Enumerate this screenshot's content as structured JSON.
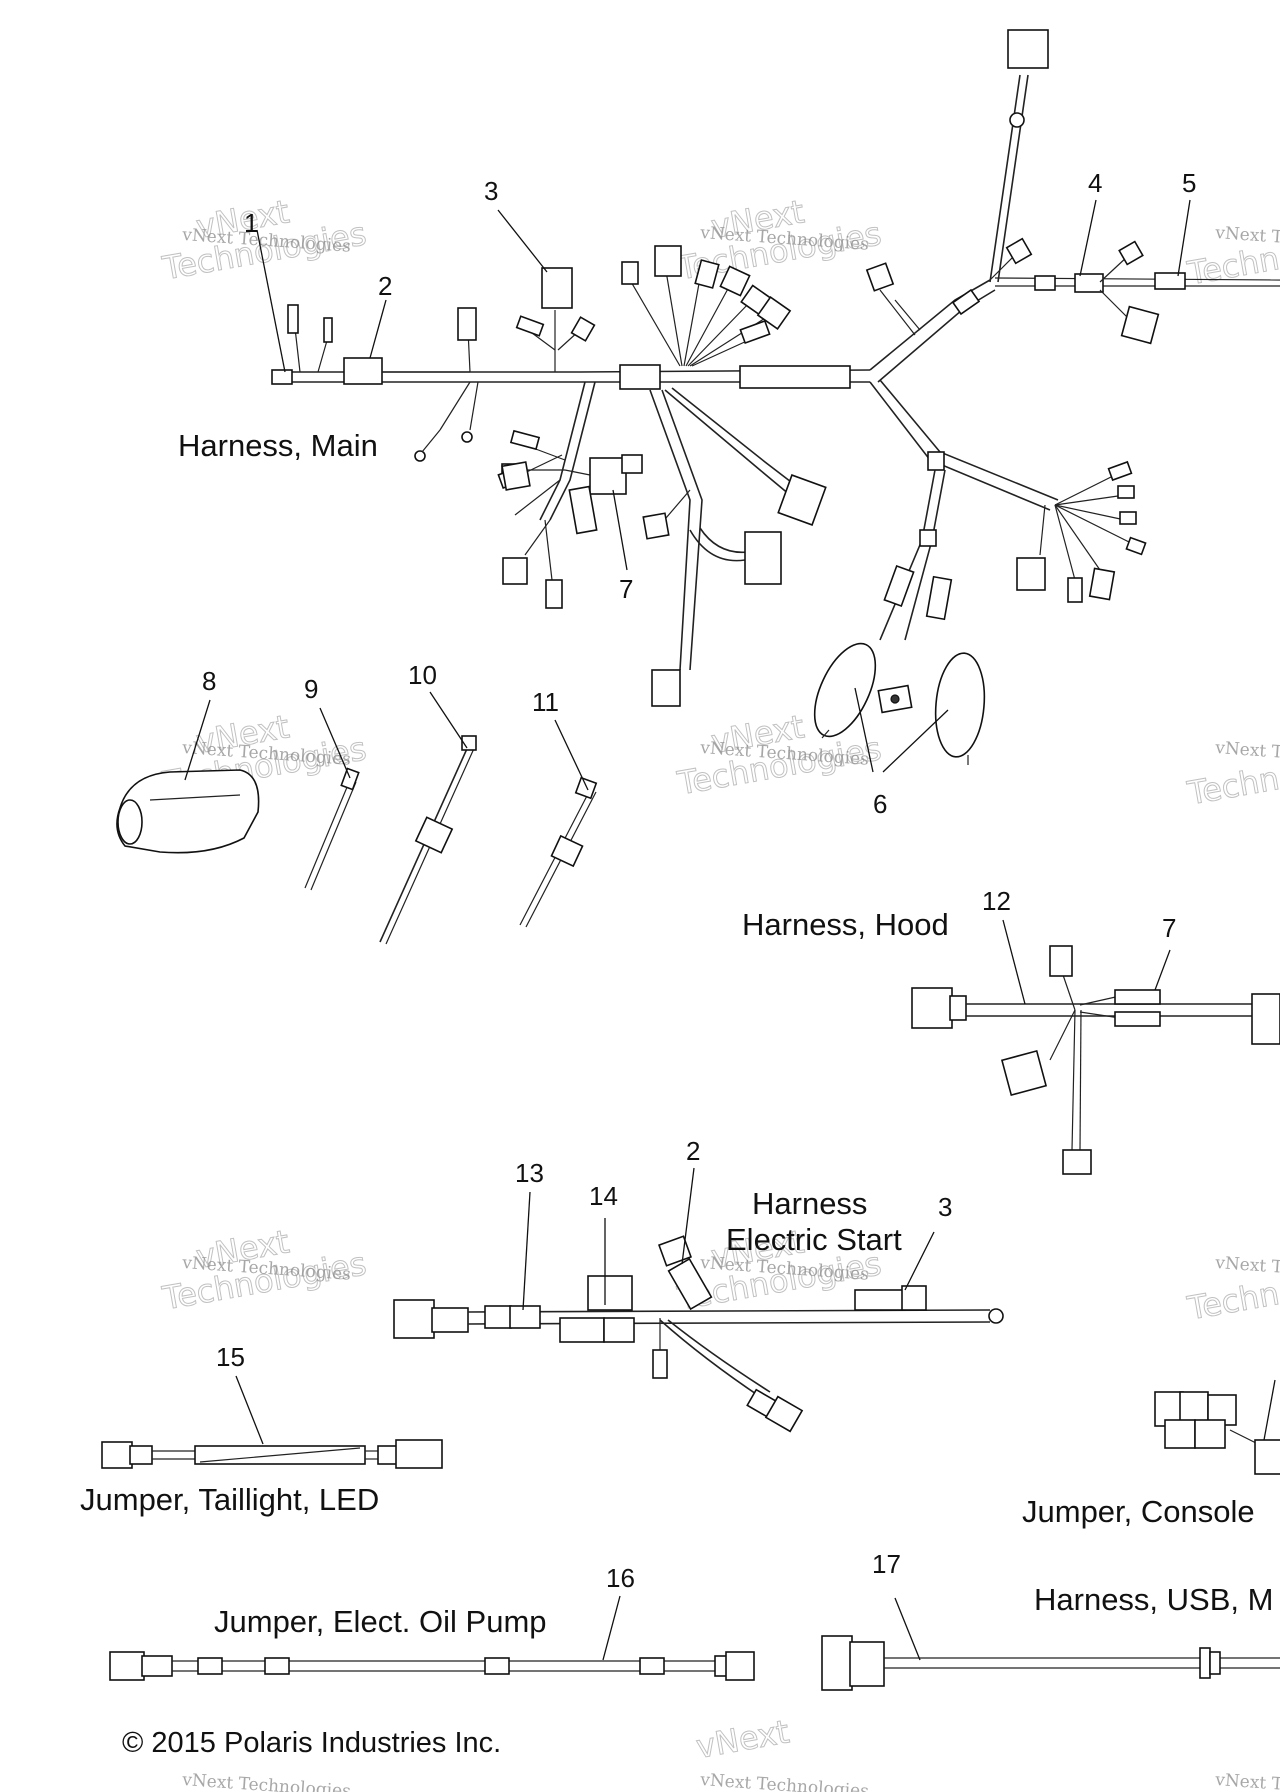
{
  "diagram": {
    "part_numbers": [
      "1",
      "2",
      "3",
      "4",
      "5",
      "6",
      "7",
      "8",
      "9",
      "10",
      "11",
      "12",
      "7",
      "13",
      "14",
      "2",
      "3",
      "15",
      "16",
      "17"
    ],
    "labels": {
      "harness_main": "Harness, Main",
      "harness_hood": "Harness, Hood",
      "harness_electric_start_1": "Harness",
      "harness_electric_start_2": "Electric Start",
      "jumper_taillight": "Jumper, Taillight, LED",
      "jumper_console": "Jumper, Console",
      "jumper_oil_pump": "Jumper, Elect. Oil Pump",
      "harness_usb": "Harness, USB, M"
    },
    "copyright": "© 2015 Polaris Industries Inc.",
    "watermark": {
      "line1": "vNext Technologies",
      "line2": "Technologies",
      "line3": "vNext"
    }
  }
}
